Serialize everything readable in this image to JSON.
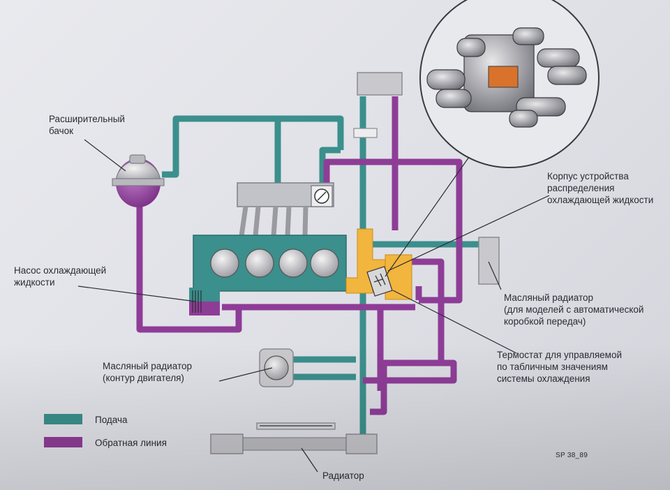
{
  "labels": {
    "expansion_tank": "Расширительный\nбачок",
    "housing": "Корпус устройства\nраспределения\nохлаждающей жидкости",
    "pump": "Насос охлаждающей\nжидкости",
    "oil_cooler_auto": "Масляный радиатор\n(для моделей с автоматической\nкоробкой передач)",
    "thermostat": "Термостат для управляемой\nпо табличным значениям\nсистемы охлаждения",
    "oil_cooler_engine": "Масляный радиатор\n(контур двигателя)",
    "radiator": "Радиатор",
    "figure_code": "SP 38_89"
  },
  "legend": [
    {
      "label": "Подача",
      "color": "#3b8f8c"
    },
    {
      "label": "Обратная линия",
      "color": "#8e3d97"
    }
  ],
  "colors": {
    "supply": "#3b8f8c",
    "return": "#8e3d97",
    "housing": "#f2b53d"
  }
}
